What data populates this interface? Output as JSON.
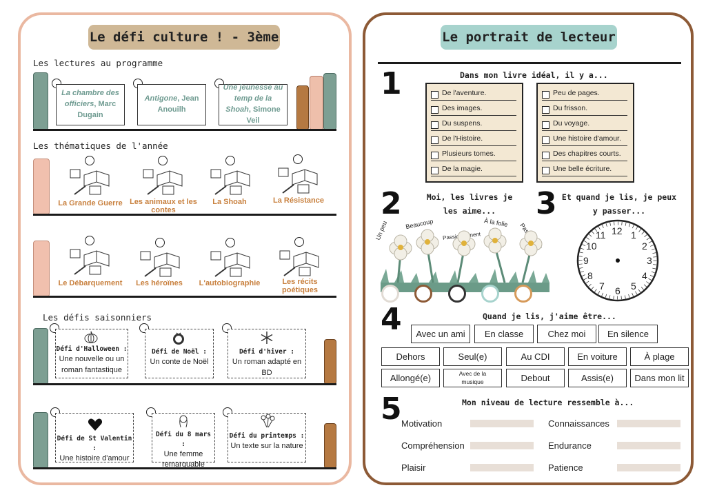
{
  "left": {
    "title": "Le défi culture ! - 3ème",
    "lectures": {
      "heading": "Les lectures au programme",
      "books": [
        {
          "title": "La chambre des officiers",
          "author": ", Marc Dugain"
        },
        {
          "title": "Antigone",
          "author": ", Jean Anouilh"
        },
        {
          "title": "Une jeunesse au temp de la Shoah",
          "author": ", Simone Veil"
        }
      ]
    },
    "thematiques": {
      "heading": "Les thématiques de l'année",
      "row1": [
        "La Grande Guerre",
        "Les animaux et les contes",
        "La Shoah",
        "La Résistance"
      ],
      "row2": [
        "Le Débarquement",
        "Les héroïnes",
        "L'autobiographie",
        "Les récits poétiques"
      ]
    },
    "defis": {
      "heading": "Les défis saisonniers",
      "row1": [
        {
          "title": "Défi d'Halloween :",
          "text": "Une nouvelle ou un roman fantastique"
        },
        {
          "title": "Défi de Noël :",
          "text": "Un conte de Noël"
        },
        {
          "title": "Défi d'hiver :",
          "text": "Un roman adapté en BD"
        }
      ],
      "row2": [
        {
          "title": "Défi de St Valentin :",
          "text": "Une histoire d'amour"
        },
        {
          "title": "Défi du 8 mars :",
          "text": "Une femme remarquable"
        },
        {
          "title": "Défi du printemps :",
          "text": "Un texte sur la nature"
        }
      ]
    }
  },
  "right": {
    "title": "Le portrait de lecteur",
    "s1": {
      "num": "1",
      "heading": "Dans mon livre idéal, il y a...",
      "col1": [
        "De l'aventure.",
        "Des images.",
        "Du suspens.",
        "De l'Histoire.",
        "Plusieurs tomes.",
        "De la magie."
      ],
      "col2": [
        "Peu de pages.",
        "Du frisson.",
        "Du voyage.",
        "Une histoire d'amour.",
        "Des chapitres courts.",
        "Une belle écriture."
      ]
    },
    "s2": {
      "num": "2",
      "heading": "Moi, les livres je les aime...",
      "ratings": [
        "Un peu",
        "Beaucoup",
        "Passionnément",
        "À la folie",
        "Pas du tout"
      ]
    },
    "s3": {
      "num": "3",
      "heading": "Et quand je lis, je peux y passer...",
      "clock": [
        "12",
        "1",
        "2",
        "3",
        "4",
        "5",
        "6",
        "7",
        "8",
        "9",
        "10",
        "11"
      ]
    },
    "s4": {
      "num": "4",
      "heading": "Quand je lis, j'aime être...",
      "row1": [
        "Avec un ami",
        "En classe",
        "Chez moi",
        "En silence"
      ],
      "row2": [
        "Dehors",
        "Seul(e)",
        "Au CDI",
        "En voiture",
        "À plage"
      ],
      "row3": [
        "Allongé(e)",
        "Avec de la musique",
        "Debout",
        "Assis(e)",
        "Dans mon lit"
      ]
    },
    "s5": {
      "num": "5",
      "heading": "Mon niveau de lecture ressemble à...",
      "left": [
        "Motivation",
        "Compréhension",
        "Plaisir"
      ],
      "right": [
        "Connaissances",
        "Endurance",
        "Patience"
      ]
    }
  },
  "colors": {
    "left_border": "#eab8a1",
    "right_border": "#8d5a36",
    "left_title_bg": "#cfb896",
    "right_title_bg": "#a7d3cd",
    "sage": "#6f9b91",
    "orange": "#c8803e",
    "checklist_bg": "#f3e8d3"
  }
}
